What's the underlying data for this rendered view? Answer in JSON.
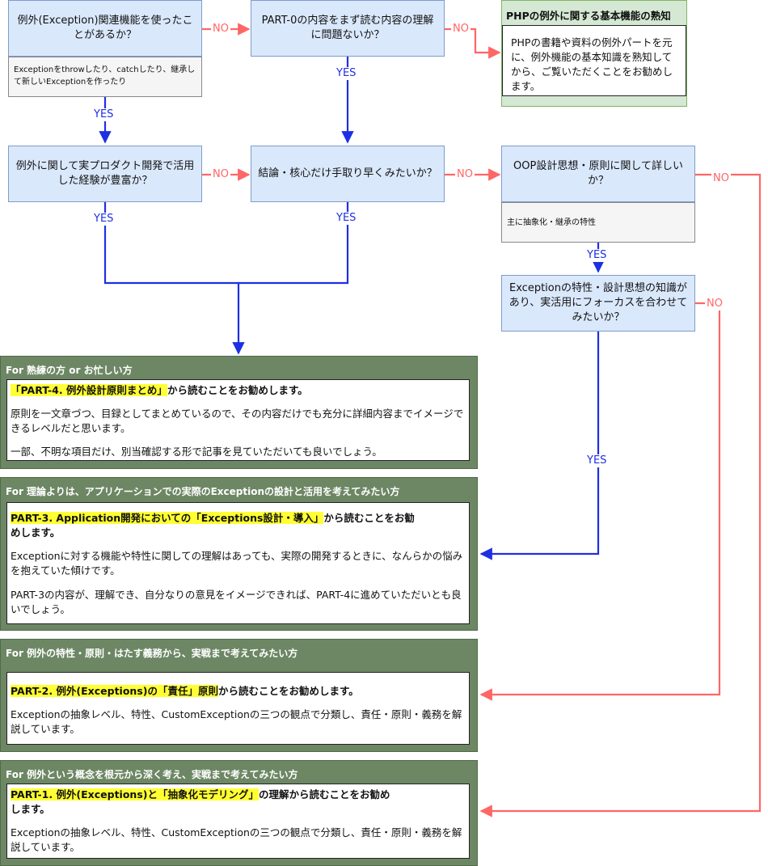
{
  "nodes": {
    "q1": "例外(Exception)関連機能を使ったことがあるか？",
    "q1_note": "Exceptionをthrowしたり、catchしたり、継承して新しいExceptionを作ったり",
    "q2": "PART-0の内容をまず読む内容の理解に問題ないか？",
    "q3": "例外に関して実プロダクト開発で活用した経験が豊富か？",
    "q4": "結論・核心だけ手取り早くみたいか？",
    "q5": "OOP設計思想・原則に関して詳しいか？",
    "q5_note": "主に抽象化・継承の特性",
    "q6": "Exceptionの特性・設計思想の知識があり、実活用にフォーカスを合わせてみたいか？"
  },
  "edge_labels": {
    "no": "NO",
    "yes": "YES"
  },
  "php_note": {
    "title": "PHPの例外に関する基本機能の熟知",
    "body": "PHPの書籍や資料の例外パートを元に、例外機能の基本知識を熟知してから、ご覧いただくことをお勧めします。"
  },
  "panels": [
    {
      "title": "For 熟練の方 or お忙しい方",
      "rec_highlight": "「PART-4. 例外設計原則まとめ」",
      "rec_rest": "から読むことをお勧めします。",
      "paras": [
        "原則を一文章づつ、目録としてまとめているので、その内容だけでも充分に詳細内容までイメージできるレベルだと思います。",
        "一部、不明な項目だけ、別当確認する形で記事を見ていただいても良いでしょう。"
      ]
    },
    {
      "title": "For 理論よりは、アプリケーションでの実際のExceptionの設計と活用を考えてみたい方",
      "rec_highlight": "PART-3. Application開発においての「Exceptions設計・導入」",
      "rec_rest": "から読むことをお勧めします。",
      "paras": [
        "Exceptionに対する機能や特性に関しての理解はあっても、実際の開発するときに、なんらかの悩みを抱えていた傾けです。",
        "PART-3の内容が、理解でき、自分なりの意見をイメージできれば、PART-4に進めていただいとも良いでしょう。"
      ]
    },
    {
      "title": "For 例外の特性・原則・はたす義務から、実戦まで考えてみたい方",
      "rec_highlight": "PART-2. 例外(Exceptions)の「責任」原則",
      "rec_rest": "から読むことをお勧めします。",
      "paras": [
        "Exceptionの抽象レベル、特性、CustomExceptionの三つの観点で分類し、責任・原則・義務を解説しています。"
      ]
    },
    {
      "title": "For 例外という概念を根元から深く考え、実戦まで考えてみたい方",
      "rec_highlight": "PART-1. 例外(Exceptions)と「抽象化モデリング」",
      "rec_rest": "の理解から読むことをお勧めします。",
      "paras": [
        "Exceptionの抽象レベル、特性、CustomExceptionの三つの観点で分類し、責任・原則・義務を解説しています。"
      ]
    }
  ],
  "colors": {
    "no_edge": "#ff6666",
    "yes_edge": "#1e2fe3",
    "question_fill": "#dae8fc",
    "panel_fill": "#6d8764",
    "note_fill": "#d5e8d4",
    "highlight": "#ffff33"
  }
}
